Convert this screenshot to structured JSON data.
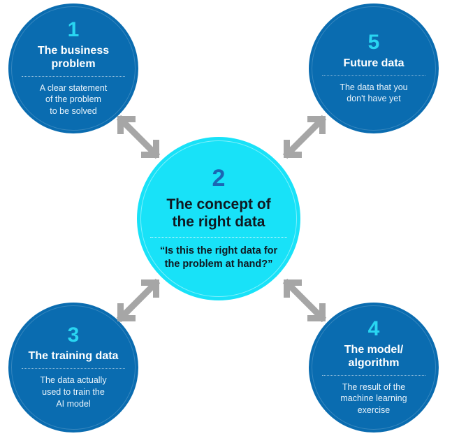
{
  "diagram": {
    "title": "The concept of the right data",
    "colors": {
      "outer_circle": "#0a6cb0",
      "center_circle": "#18e2f8",
      "number_accent": "#29d6f2",
      "center_number": "#1b66b3",
      "arrow": "#a6a6a6",
      "background": "#ffffff"
    },
    "center": {
      "number": "2",
      "title": "The concept of\nthe right data",
      "title_line1": "The concept of",
      "title_line2": "the right data",
      "description": "“Is this the right data for the problem at hand?”",
      "desc_line1": "“Is this the right data for",
      "desc_line2": "the problem at hand?”"
    },
    "nodes": [
      {
        "id": "node-1",
        "number": "1",
        "title": "The business problem",
        "title_line1": "The business",
        "title_line2": "problem",
        "description": "A clear statement of the problem to be solved",
        "desc_line1": "A clear statement",
        "desc_line2": "of the problem",
        "desc_line3": "to be solved"
      },
      {
        "id": "node-5",
        "number": "5",
        "title": "Future data",
        "title_line1": "Future data",
        "title_line2": "",
        "description": "The data that you don't have yet",
        "desc_line1": "The data that you",
        "desc_line2": "don't have yet",
        "desc_line3": ""
      },
      {
        "id": "node-3",
        "number": "3",
        "title": "The training data",
        "title_line1": "The training data",
        "title_line2": "",
        "description": "The data actually used to train the AI model",
        "desc_line1": "The data actually",
        "desc_line2": "used to train the",
        "desc_line3": "AI model"
      },
      {
        "id": "node-4",
        "number": "4",
        "title": "The model/ algorithm",
        "title_line1": "The model/",
        "title_line2": "algorithm",
        "description": "The result of the machine learning exercise",
        "desc_line1": "The result of the",
        "desc_line2": "machine learning",
        "desc_line3": "exercise"
      }
    ],
    "arrows": [
      {
        "id": "arrow-tl",
        "name": "double-arrow-top-left",
        "direction": "northwest-southeast"
      },
      {
        "id": "arrow-tr",
        "name": "double-arrow-top-right",
        "direction": "northeast-southwest"
      },
      {
        "id": "arrow-bl",
        "name": "double-arrow-bottom-left",
        "direction": "northeast-southwest"
      },
      {
        "id": "arrow-br",
        "name": "double-arrow-bottom-right",
        "direction": "northwest-southeast"
      }
    ]
  }
}
